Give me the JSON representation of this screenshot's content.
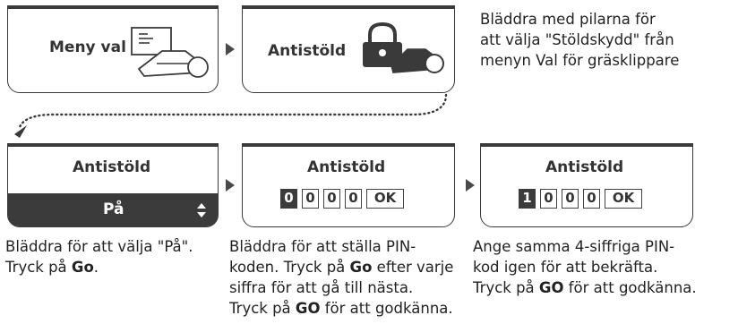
{
  "step1": {
    "title": "Meny val",
    "icon": "mower-document-icon"
  },
  "step2": {
    "title": "Antistöld",
    "icon": "mower-lock-icon"
  },
  "intro_text": "Bläddra med pilarna för att välja \"Stöldskydd\" från menyn Val för gräsklippare",
  "intro_lines": [
    "Bläddra med pilarna för",
    "att välja \"Stöldskydd\" från",
    "menyn Val för gräsklippare"
  ],
  "step3": {
    "title": "Antistöld",
    "value": "På",
    "arrows_icon": "up-down-arrows-icon"
  },
  "step4": {
    "title": "Antistöld",
    "digits": [
      "0",
      "0",
      "0",
      "0"
    ],
    "ok": "OK",
    "selected_index": 0
  },
  "step5": {
    "title": "Antistöld",
    "digits": [
      "1",
      "0",
      "0",
      "0"
    ],
    "ok": "OK",
    "selected_index": 0
  },
  "desc3": {
    "line1": "Bläddra för att välja \"På\".",
    "line2_pre": "Tryck på ",
    "line2_bold": "Go",
    "line2_post": "."
  },
  "desc4": {
    "line1": "Bläddra för att ställa PIN-",
    "line2_pre": "koden. Tryck på ",
    "line2_bold": "Go",
    "line2_post": " efter varje",
    "line3": "siffra för att gå till nästa.",
    "line4_pre": "Tryck på ",
    "line4_bold": "GO",
    "line4_post": " för att godkänna."
  },
  "desc5": {
    "line1": "Ange samma 4-siffriga PIN-",
    "line2": "kod igen för att bekräfta.",
    "line3_pre": "Tryck på ",
    "line3_bold": "GO",
    "line3_post": " för att godkänna."
  },
  "colors": {
    "frame": "#3a3a3a",
    "dark_fill": "#3b3b3b",
    "text": "#222222"
  }
}
